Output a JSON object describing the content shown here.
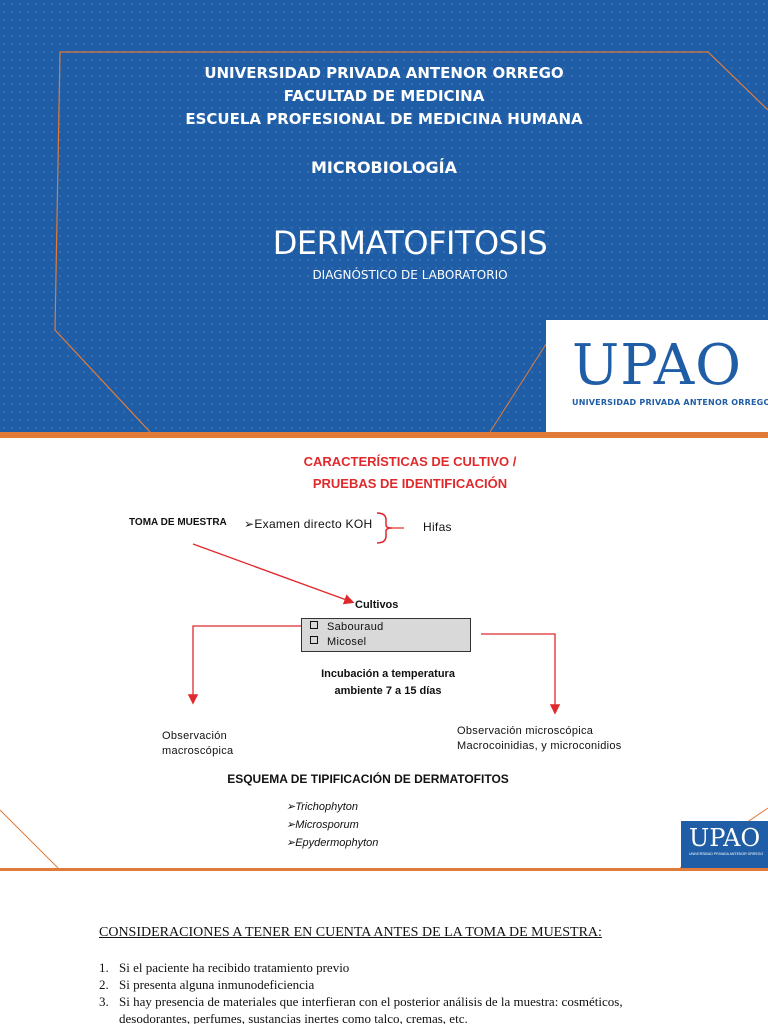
{
  "slide1": {
    "university_lines": [
      "UNIVERSIDAD PRIVADA ANTENOR ORREGO",
      "FACULTAD DE MEDICINA",
      "ESCUELA PROFESIONAL DE MEDICINA HUMANA"
    ],
    "course": "MICROBIOLOGÍA",
    "title": "DERMATOFITOSIS",
    "subtitle": "DIAGNÓSTICO DE LABORATORIO",
    "logo": {
      "mark": "UPAO",
      "tagline": "UNIVERSIDAD PRIVADA ANTENOR ORREGO"
    },
    "colors": {
      "background": "#1f5ea6",
      "accent_bar": "#e07b39",
      "frame": "#e07b39"
    }
  },
  "slide2": {
    "title_line1": "CARACTERÍSTICAS DE CULTIVO /",
    "title_line2": "PRUEBAS DE IDENTIFICACIÓN",
    "sample_label": "TOMA DE MUESTRA",
    "direct_exam": "➢Examen directo KOH",
    "hyphae": "Hifas",
    "cultures_label": "Cultivos",
    "culture_options": [
      "Sabouraud",
      "Micosel"
    ],
    "incubation_line1": "Incubación a  temperatura",
    "incubation_line2": "ambiente 7 a 15 días",
    "macro_line1": "Observación",
    "macro_line2": "macroscópica",
    "micro_line1": "Observación microscópica",
    "micro_line2": "Macrocoinidias, y microconidios",
    "scheme_title": "ESQUEMA DE TIPIFICACIÓN DE DERMATOFITOS",
    "genera": [
      "➢Trichophyton",
      "➢Microsporum",
      "➢Epydermophyton"
    ],
    "logo": {
      "mark": "UPAO",
      "tagline": "UNIVERSIDAD PRIVADA ANTENOR ORREGO"
    },
    "colors": {
      "title": "#e0292c",
      "arrows": "#e0292c",
      "box": "#d9d9d9"
    }
  },
  "slide3": {
    "heading": "CONSIDERACIONES A TENER EN CUENTA ANTES DE LA TOMA DE MUESTRA:",
    "items": [
      {
        "num": "1.",
        "text": "Si el paciente ha recibido tratamiento previo"
      },
      {
        "num": "2.",
        "text": "Si presenta alguna inmunodeficiencia"
      },
      {
        "num": "3.",
        "text": "Si hay presencia de materiales que interfieran con el posterior análisis de la muestra: cosméticos,"
      }
    ],
    "item3_continuation": "desodorantes, perfumes, sustancias inertes como talco, cremas, etc."
  }
}
